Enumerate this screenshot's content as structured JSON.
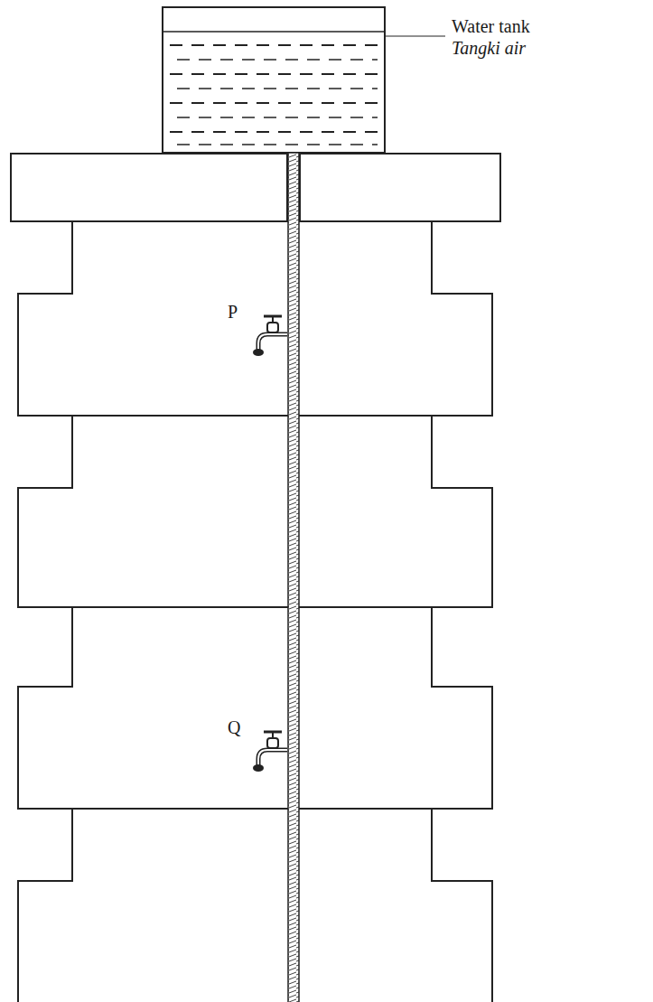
{
  "diagram": {
    "labels": [
      "Water tank",
      "Tangki air",
      "P",
      "Q"
    ]
  }
}
